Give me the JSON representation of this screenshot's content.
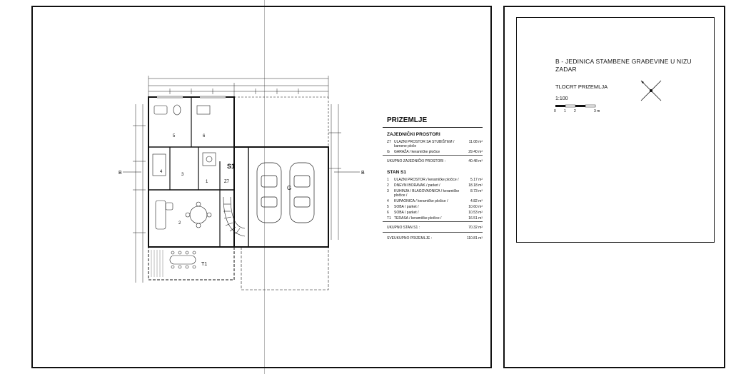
{
  "sheet": {
    "plan_labels": {
      "section_a_left": "B",
      "section_a_right": "B",
      "unit": "S1",
      "garage": "G",
      "terrace": "T1",
      "entry": "Z7",
      "rooms": [
        "1",
        "2",
        "3",
        "4",
        "5",
        "6"
      ]
    },
    "legend": {
      "title": "PRIZEMLJE",
      "common_title": "ZAJEDNIČKI PROSTORI",
      "common_rows": [
        {
          "code": "Z7",
          "label": "ULAZNI PROSTOR SA STUBIŠTEM / kamene ploče",
          "area": "11.08 m²"
        },
        {
          "code": "G",
          "label": "GARAŽA / keramičke pločice",
          "area": "29.40 m²"
        }
      ],
      "common_total_label": "UKUPNO ZAJEDNIČKI PROSTORI :",
      "common_total": "40.48 m²",
      "unit_title": "STAN S1",
      "unit_rows": [
        {
          "code": "1",
          "label": "ULAZNI PROSTOR / keramičke pločice /",
          "area": "5.17 m²"
        },
        {
          "code": "2",
          "label": "DNEVNI BORAVAK / parket /",
          "area": "18.18 m²"
        },
        {
          "code": "3",
          "label": "KUHINJA / BLAGOVAONICA / keramičke pločice /",
          "area": "8.73 m²"
        },
        {
          "code": "4",
          "label": "KUPAONICA / keramičke pločice /",
          "area": "4.82 m²"
        },
        {
          "code": "5",
          "label": "SOBA / parket /",
          "area": "10.60 m²"
        },
        {
          "code": "6",
          "label": "SOBA / parket /",
          "area": "10.53 m²"
        },
        {
          "code": "T1",
          "label": "TERASA / keramičke pločice /",
          "area": "16.51 m²"
        }
      ],
      "unit_total_label": "UKUPNO STAN S1 :",
      "unit_total": "70.32 m²",
      "grand_total_label": "SVEUKUPNO PRIZEMLJE :",
      "grand_total": "110.81 m²"
    }
  },
  "title_block": {
    "title": "B - JEDINICA STAMBENE GRAĐEVINE U NIZU ZADAR",
    "subtitle": "TLOCRT PRIZEMLJA",
    "scale": "1:100",
    "scalebar_labels": [
      "0",
      "1",
      "2",
      "3 m"
    ]
  }
}
